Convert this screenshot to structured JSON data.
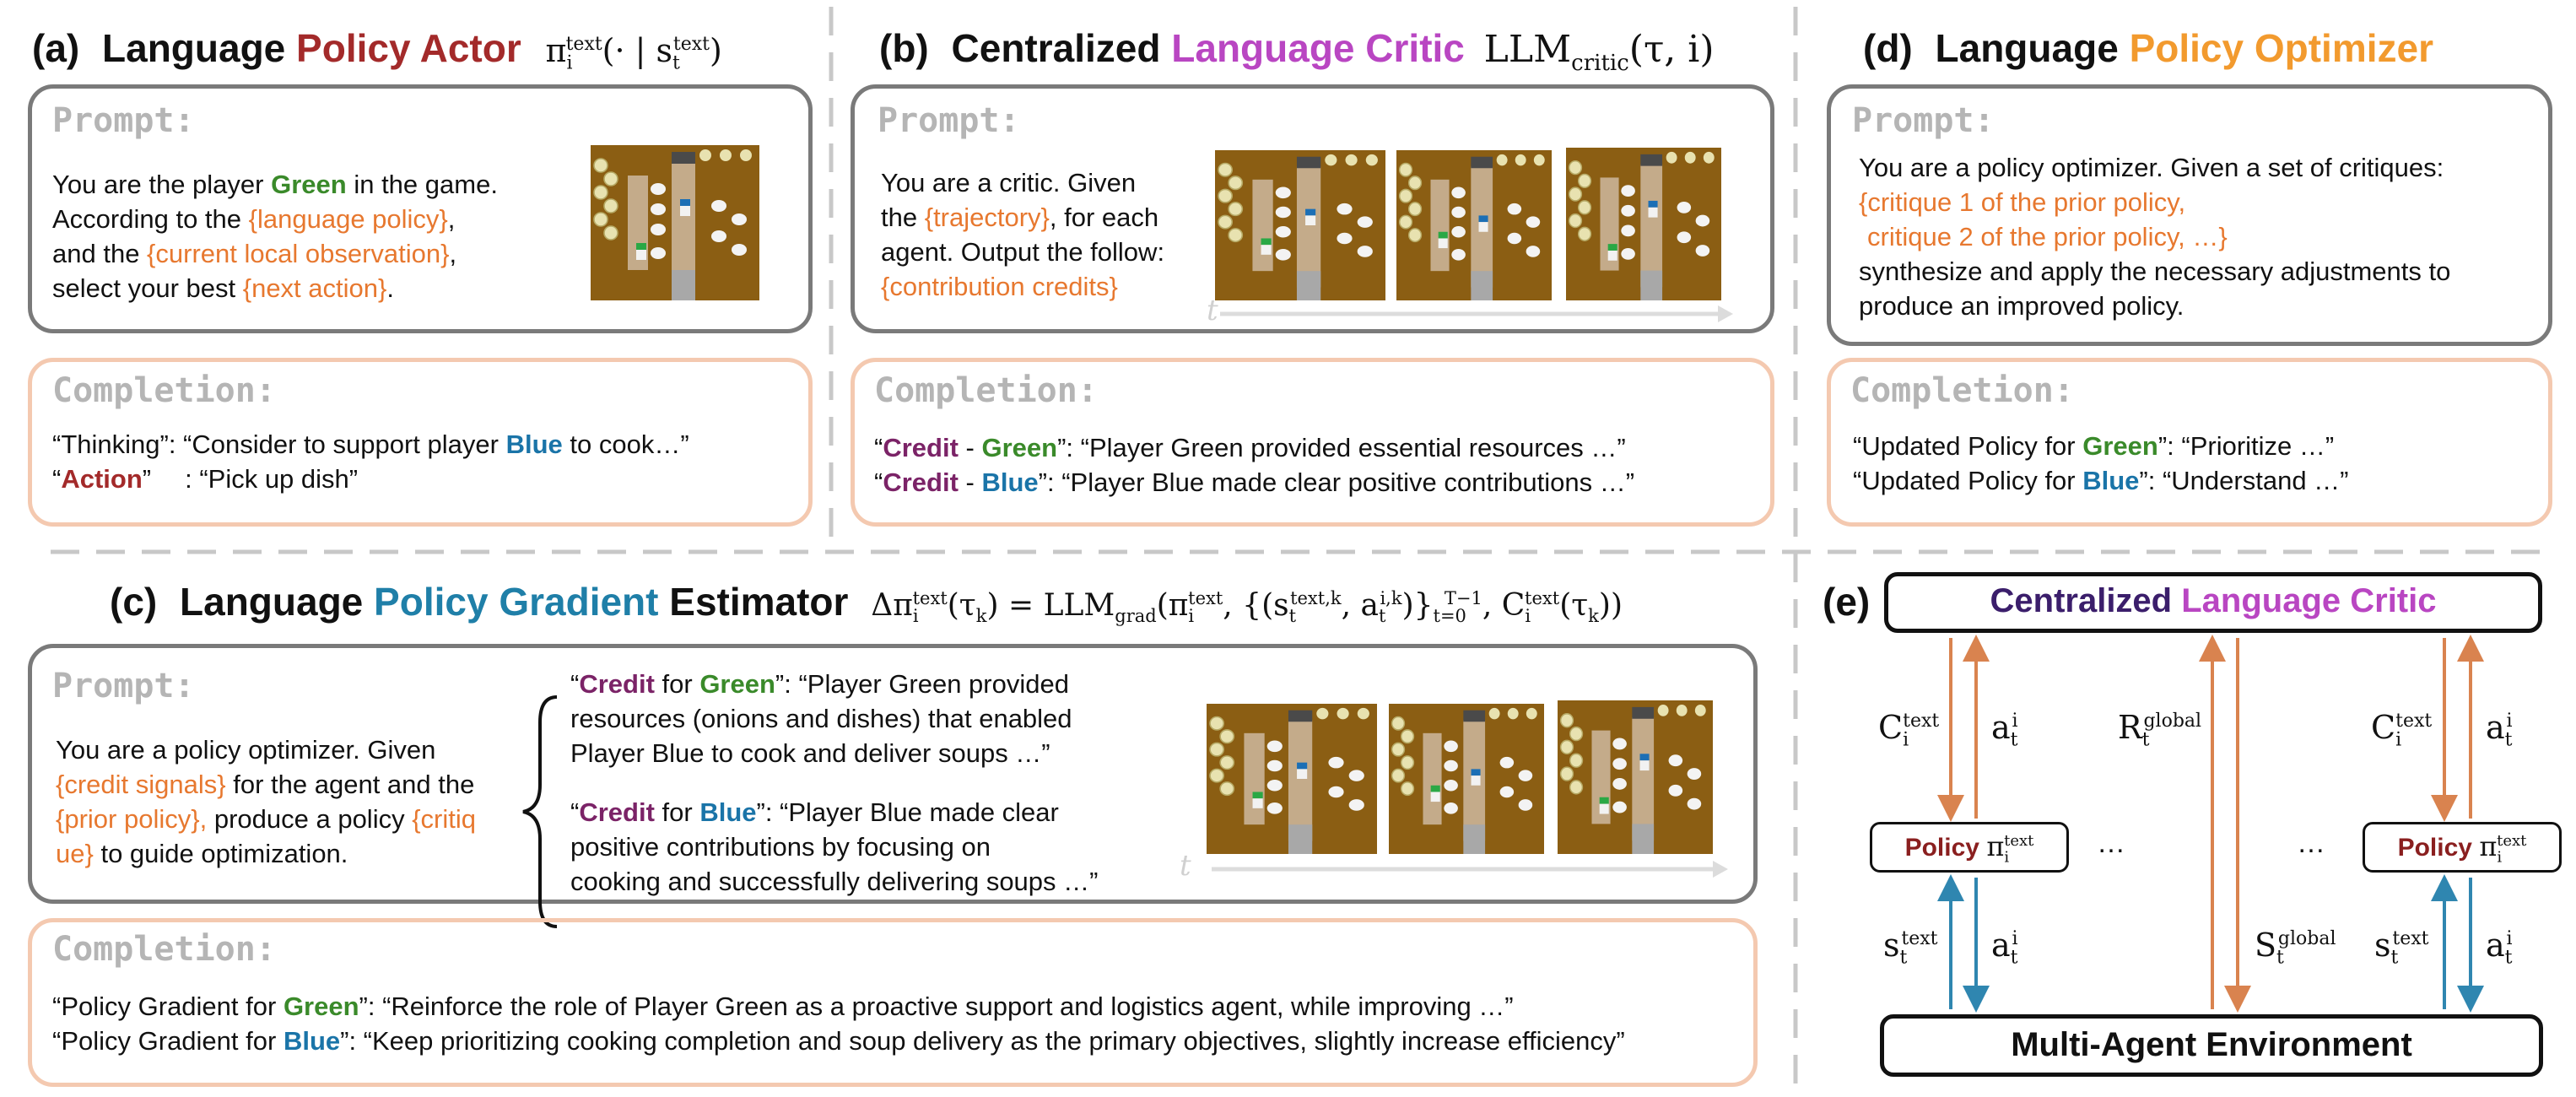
{
  "panel_a": {
    "label": "(a)",
    "word1": "Language",
    "word2": "Policy Actor",
    "formula": "π",
    "prompt_header": "Prompt:",
    "prompt_line1_a": "You are the player ",
    "prompt_green": "Green",
    "prompt_line1_b": " in the game.",
    "prompt_line2_a": "According to the ",
    "prompt_line2_b": "{language policy}",
    "prompt_line2_c": ",",
    "prompt_line3_a": "and the ",
    "prompt_line3_b": "{current local observation}",
    "prompt_line3_c": ",",
    "prompt_line4_a": "select your best ",
    "prompt_line4_b": "{next action}",
    "prompt_line4_c": ".",
    "completion_header": "Completion:",
    "comp1_a": "“Thinking”: “Consider to support player ",
    "comp1_blue": "Blue",
    "comp1_b": " to cook…”",
    "comp2_q1": "“",
    "comp2_action": "Action",
    "comp2_q2": "”",
    "comp2_b": ": “Pick up dish”"
  },
  "panel_b": {
    "label": "(b)",
    "word1": "Centralized",
    "word2": "Language Critic",
    "formula_main": "LLM",
    "formula_sub": "critic",
    "formula_args": "(τ, i)",
    "prompt_header": "Prompt:",
    "p1": "You are a critic. Given",
    "p2_a": "the ",
    "p2_b": "{trajectory}",
    "p2_c": ", for each",
    "p3": "agent. Output the follow:",
    "p4": "{contribution credits}",
    "time_label": "t",
    "completion_header": "Completion:",
    "c1_q": "“",
    "c1_credit": "Credit",
    "c1_dash": " - ",
    "c1_green": "Green",
    "c1_rest": "”: “Player Green provided essential resources …”",
    "c2_q": "“",
    "c2_credit": "Credit",
    "c2_dash": " - ",
    "c2_blue": "Blue",
    "c2_rest": "”: “Player Blue made clear positive contributions …”"
  },
  "panel_c": {
    "label": "(c)",
    "word1": "Language",
    "word2": "Policy Gradient",
    "word3": "Estimator",
    "prompt_header": "Prompt:",
    "p1": "You are a policy optimizer. Given",
    "p2_a": "{credit signals}",
    "p2_b": " for the agent and the",
    "p3_a": "{prior policy},",
    "p3_b": " produce a policy ",
    "p3_c": "{critiq",
    "p4_a": "ue}",
    "p4_b": " to guide optimization.",
    "g1_q": "“",
    "g1_credit": "Credit",
    "g1_for": " for ",
    "g1_green": "Green",
    "g1_rest": "”: “Player Green provided",
    "g2": "resources (onions and dishes) that enabled",
    "g3": "Player Blue to cook and deliver soups …”",
    "b1_q": "“",
    "b1_credit": "Credit",
    "b1_for": " for ",
    "b1_blue": "Blue",
    "b1_rest": "”: “Player Blue made clear",
    "b2": "positive contributions by focusing on",
    "b3": "cooking and successfully delivering soups …”",
    "time_label": "t",
    "completion_header": "Completion:",
    "c1_a": "“Policy Gradient for ",
    "c1_green": "Green",
    "c1_b": "”: “Reinforce the role of Player Green as a proactive support and logistics agent, while improving …”",
    "c2_a": "“Policy Gradient for ",
    "c2_blue": "Blue",
    "c2_b": "”: “Keep prioritizing cooking completion and soup delivery as the primary objectives, slightly increase efficiency”"
  },
  "panel_d": {
    "label": "(d)",
    "word1": "Language",
    "word2": "Policy Optimizer",
    "prompt_header": "Prompt:",
    "p1": "You are a policy optimizer. Given a set of critiques:",
    "p2": "{critique 1 of the prior policy,",
    "p3": "critique 2 of the prior policy, …}",
    "p4": "synthesize and apply the necessary adjustments to",
    "p5": "produce an improved policy.",
    "completion_header": "Completion:",
    "c1_a": "“Updated Policy for ",
    "c1_green": "Green",
    "c1_b": "”: “Prioritize …”",
    "c2_a": "“Updated Policy for ",
    "c2_blue": "Blue",
    "c2_b": "”: “Understand …”"
  },
  "panel_e": {
    "label": "(e)",
    "critic_a": "Centralized ",
    "critic_b": "Language Critic",
    "policy_word": "Policy",
    "dots": "…",
    "env": "Multi-Agent Environment",
    "sym_C": "C",
    "sym_a": "a",
    "sym_R": "R",
    "sym_s": "s",
    "sym_S": "S",
    "sup_text": "text",
    "sup_global": "global",
    "sub_i": "i",
    "sub_t": "t",
    "sup_i": "i"
  },
  "colors": {
    "orange_text": "#e7782f",
    "green": "#3a8a2a",
    "blue": "#1a74a8",
    "red": "#a32a2a",
    "purple": "#7b2367",
    "magenta": "#b946c2",
    "optimizer_orange": "#f29a2e",
    "gradient_teal": "#1f7fa8",
    "arrow_orange": "#d9834f",
    "arrow_blue": "#2f86b0",
    "critic_navy": "#3b1e6b"
  }
}
